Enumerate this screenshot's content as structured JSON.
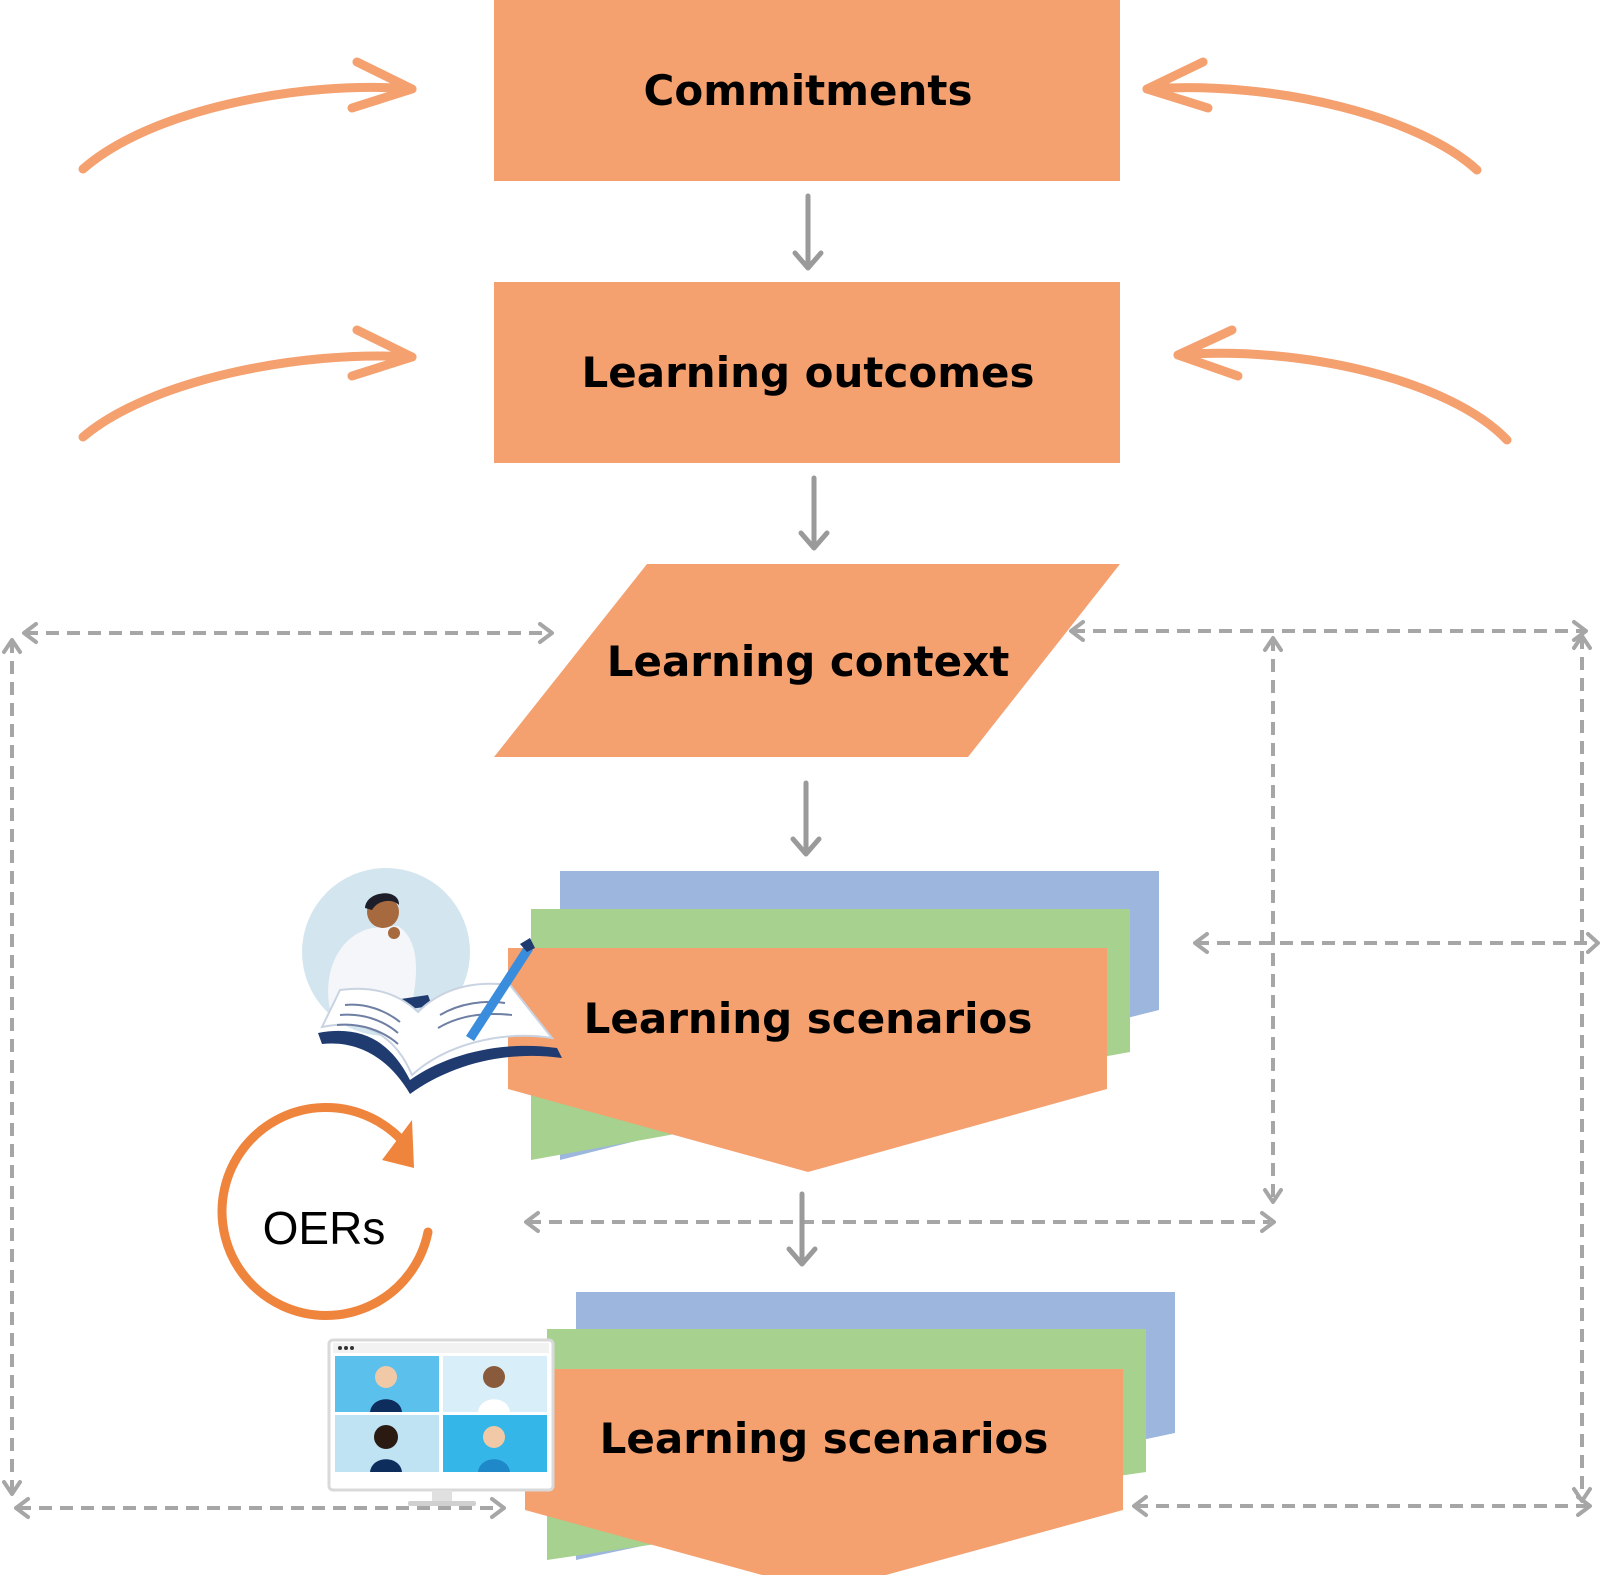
{
  "diagram": {
    "nodes": {
      "commitments": "Commitments",
      "outcomes": "Learning outcomes",
      "context": "Learning context",
      "scenarios_1": "Learning scenarios",
      "scenarios_2": "Learning scenarios"
    },
    "cycle_label": "OERs",
    "illustrations": [
      "reader-with-book-icon",
      "video-call-monitor-icon"
    ]
  },
  "colors": {
    "orange": "#F4A06F",
    "blue": "#9CB6DD",
    "green": "#A7D18E",
    "cycle_orange": "#EF843D",
    "grey_arrow": "#9A9A9A",
    "dashed": "#A6A6A6"
  }
}
